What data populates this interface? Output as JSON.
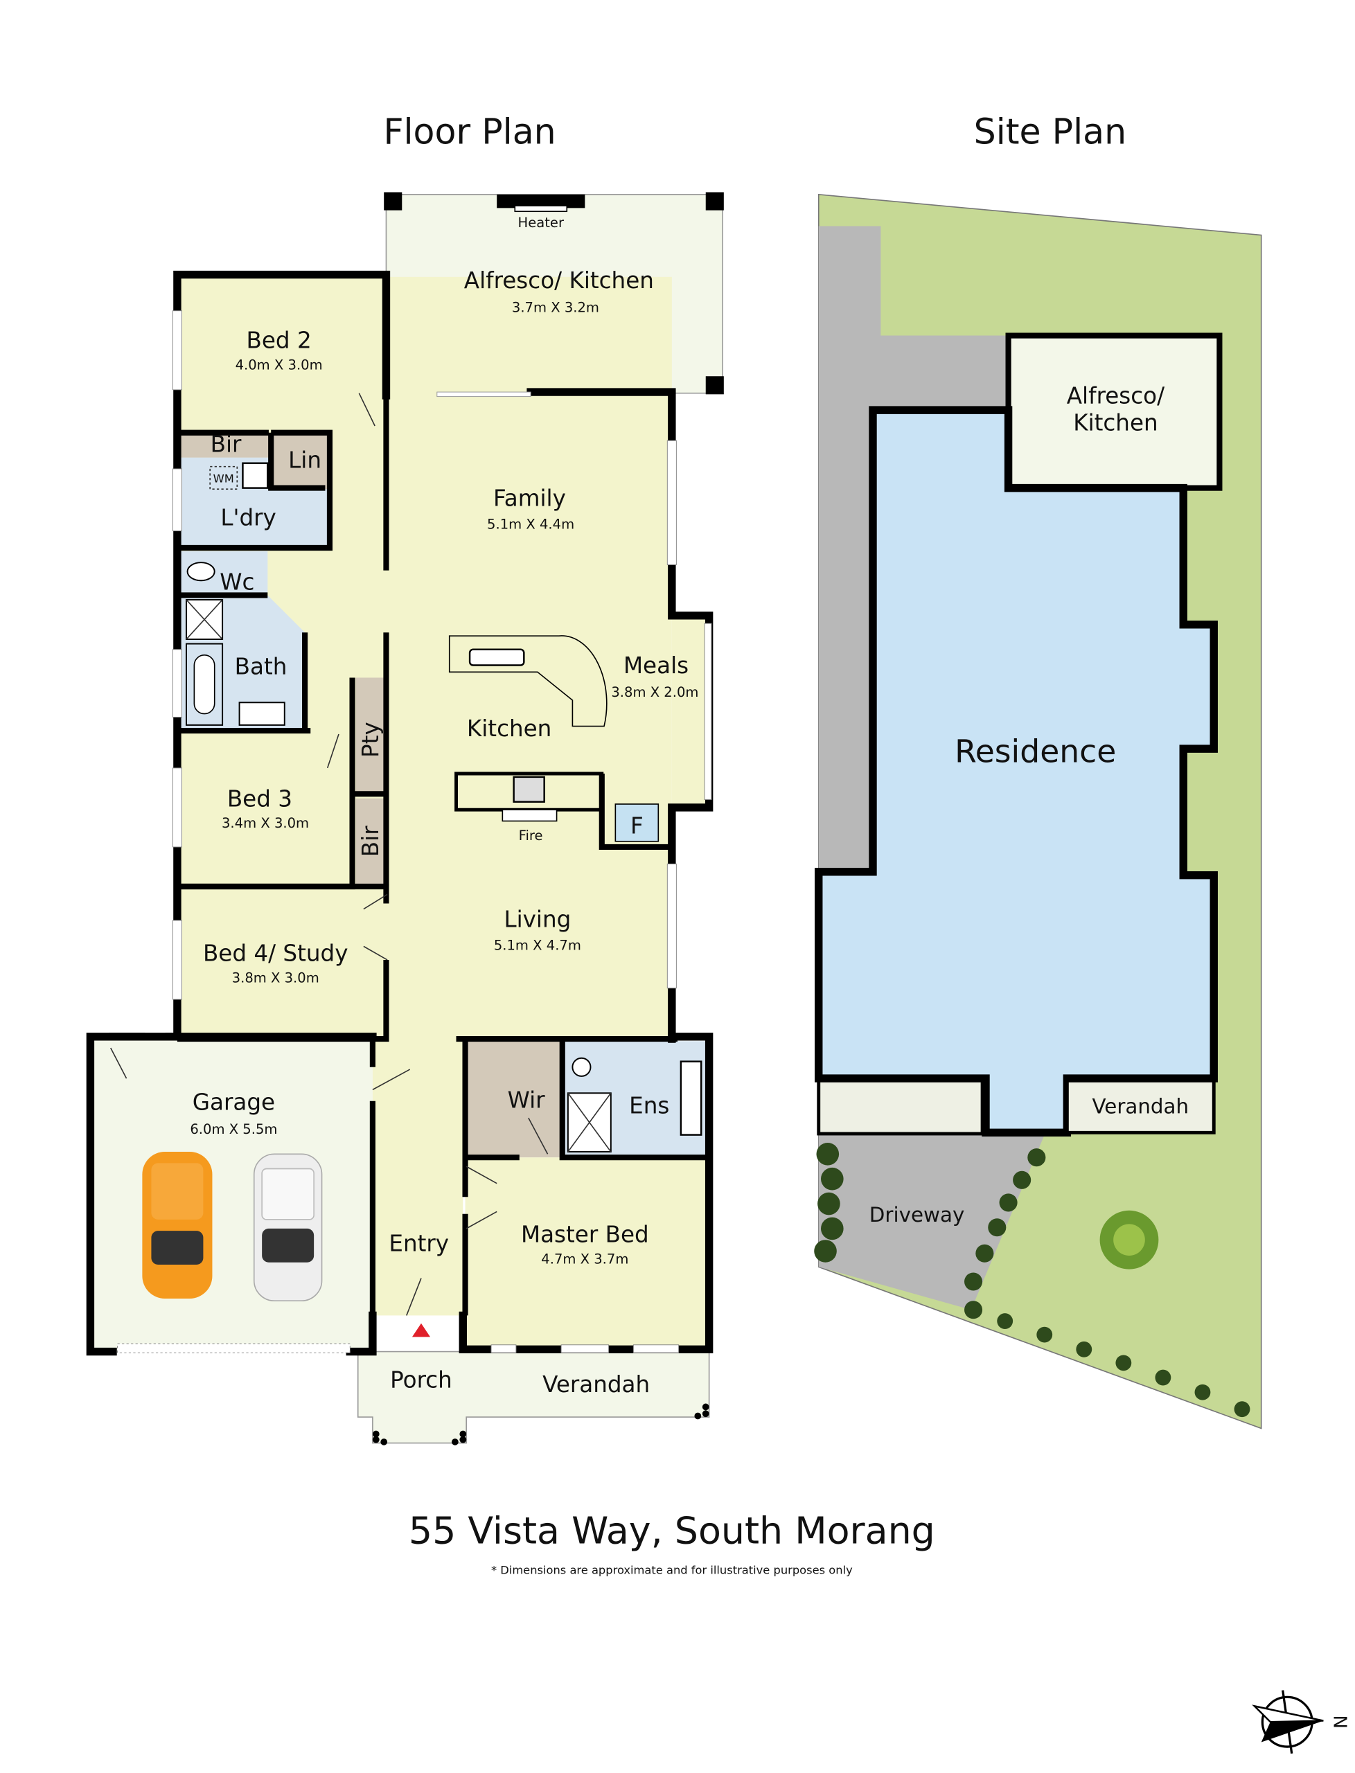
{
  "floor_plan": {
    "title": "Floor Plan",
    "rooms": {
      "alfresco": {
        "name": "Alfresco/ Kitchen",
        "dims": "3.7m X 3.2m"
      },
      "bed2": {
        "name": "Bed 2",
        "dims": "4.0m X 3.0m"
      },
      "bir1": {
        "name": "Bir"
      },
      "lin": {
        "name": "Lin"
      },
      "laundry": {
        "name": "L'dry"
      },
      "wc": {
        "name": "Wc"
      },
      "bath": {
        "name": "Bath"
      },
      "family": {
        "name": "Family",
        "dims": "5.1m X 4.4m"
      },
      "meals": {
        "name": "Meals",
        "dims": "3.8m X 2.0m"
      },
      "kitchen": {
        "name": "Kitchen"
      },
      "pantry": {
        "name": "Pty"
      },
      "bir2": {
        "name": "Bir"
      },
      "bed3": {
        "name": "Bed 3",
        "dims": "3.4m X 3.0m"
      },
      "living": {
        "name": "Living",
        "dims": "5.1m X 4.7m"
      },
      "bed4": {
        "name": "Bed 4/ Study",
        "dims": "3.8m X 3.0m"
      },
      "garage": {
        "name": "Garage",
        "dims": "6.0m X 5.5m"
      },
      "entry": {
        "name": "Entry"
      },
      "wir": {
        "name": "Wir"
      },
      "ensuite": {
        "name": "Ens"
      },
      "master": {
        "name": "Master Bed",
        "dims": "4.7m X 3.7m"
      },
      "porch": {
        "name": "Porch"
      },
      "verandah": {
        "name": "Verandah"
      }
    },
    "fixtures": {
      "heater": "Heater",
      "fire": "Fire",
      "washing_machine": "WM",
      "fridge": "F"
    }
  },
  "site_plan": {
    "title": "Site Plan",
    "labels": {
      "alfresco": "Alfresco/",
      "alfresco2": "Kitchen",
      "residence": "Residence",
      "verandah": "Verandah",
      "driveway": "Driveway"
    }
  },
  "footer": {
    "address": "55 Vista Way, South Morang",
    "disclaimer": "* Dimensions are approximate and for illustrative purposes only"
  },
  "compass": {
    "north_label": "N"
  },
  "colors": {
    "room": "#f3f4cc",
    "outdoor": "#f3f7e9",
    "wet_area": "#d6e4f0",
    "storage": "#d3c9b9",
    "grass": "#c6d995",
    "driveway": "#b8b8b8",
    "residence": "#c9e3f5",
    "entry_marker": "#e0202a"
  }
}
